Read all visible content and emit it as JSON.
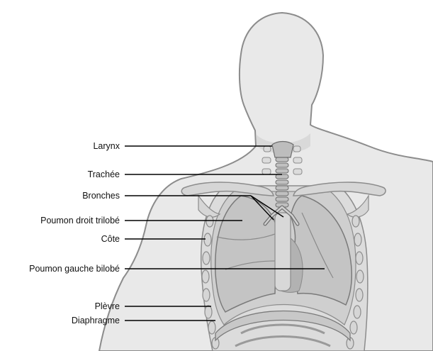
{
  "labels": {
    "larynx": "Larynx",
    "trachea": "Trachée",
    "bronchi": "Bronches",
    "right_lung": "Poumon droit trilobé",
    "rib": "Côte",
    "left_lung": "Poumon gauche bilobé",
    "pleura": "Plèvre",
    "diaphragm": "Diaphragme"
  },
  "colors": {
    "skin": "#e9e9e9",
    "outline": "#8c8c8c",
    "lung": "#c4c4c4",
    "bone": "#d2d2d2",
    "leader": "#000000"
  }
}
